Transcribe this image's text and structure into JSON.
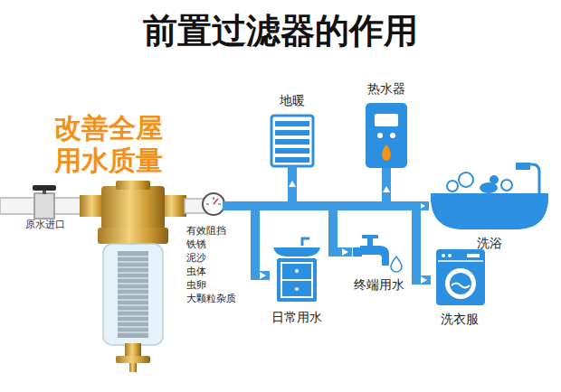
{
  "diagram": {
    "title": "前置过滤器的作用",
    "nodes": [
      {
        "text": [
          "有效阻挡",
          "铁锈",
          "泥沙",
          "虫体",
          "虫卵",
          "大颗粒杂质"
        ]
      },
      {
        "text": [
          "地暖"
        ]
      },
      {
        "text": [
          "热水器"
        ]
      },
      {
        "text": [
          "洗浴"
        ]
      },
      {
        "text": [
          "日常用水"
        ]
      },
      {
        "text": [
          "终端用水"
        ]
      },
      {
        "text": [
          "洗衣服"
        ]
      }
    ],
    "edges": [
      {
        "from": 0,
        "to": 1,
        "arrow": "to"
      },
      {
        "from": 0,
        "to": 2,
        "arrow": "to"
      },
      {
        "from": 0,
        "to": 3,
        "arrow": "to"
      },
      {
        "from": 0,
        "to": 4,
        "arrow": "to"
      },
      {
        "from": 0,
        "to": 5,
        "arrow": "to"
      },
      {
        "from": 0,
        "to": 6,
        "arrow": "to"
      }
    ],
    "labels": [
      "改善全屋 用水质量",
      "原水进口"
    ]
  }
}
